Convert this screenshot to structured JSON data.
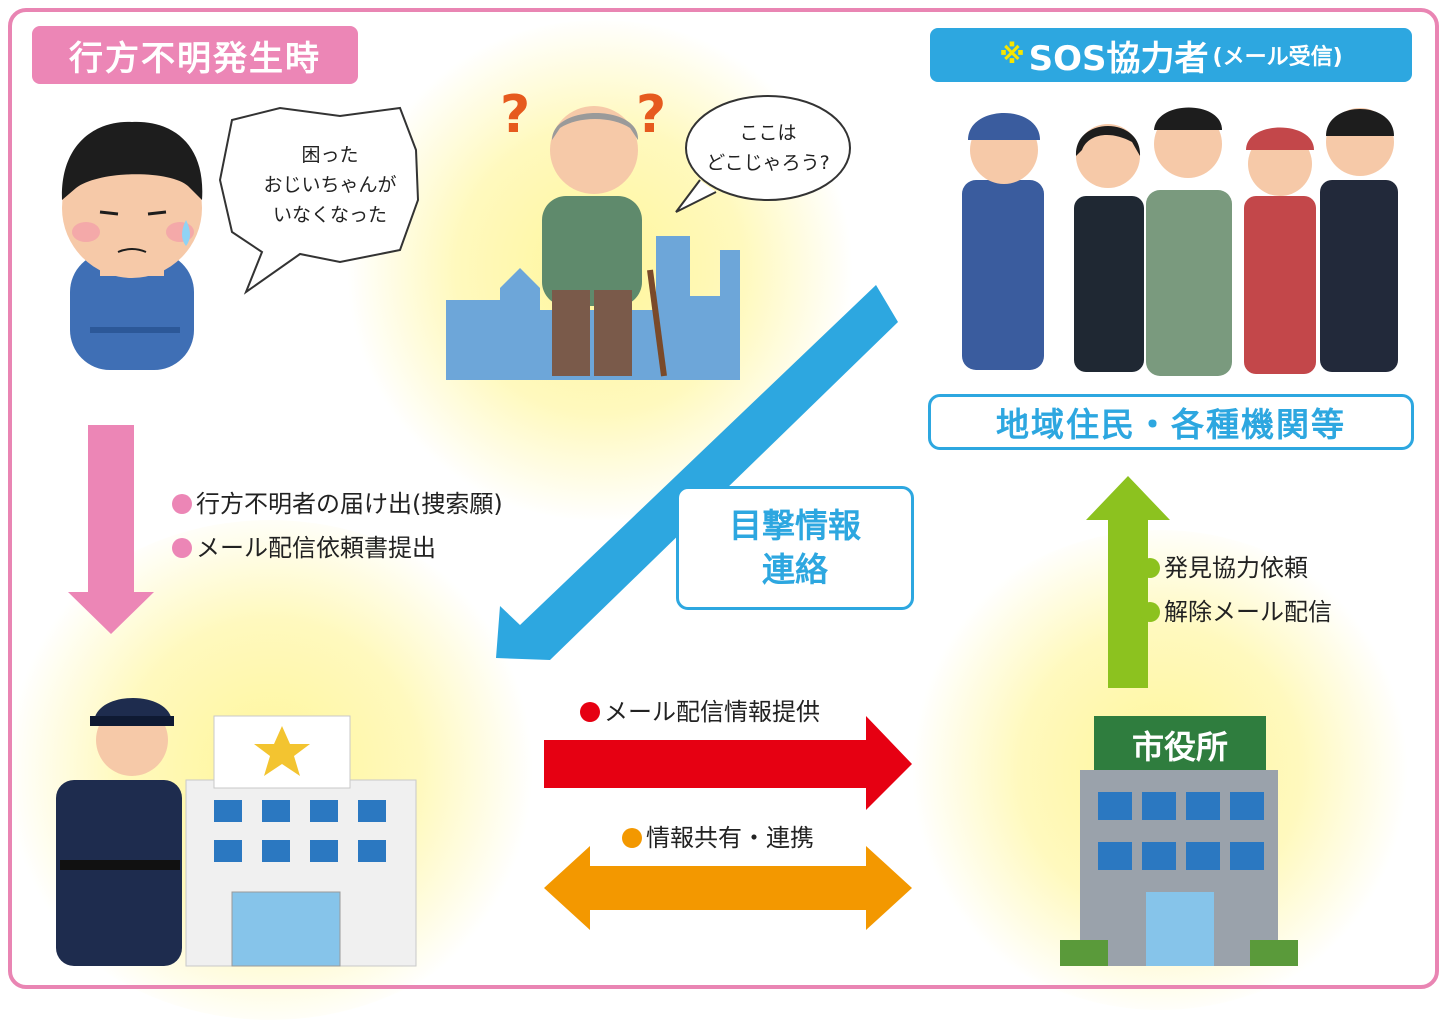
{
  "header": {
    "left_tag": "行方不明発生時",
    "right_tag_mark": "※",
    "right_tag_main": "SOS協力者",
    "right_tag_sub": "(メール受信)"
  },
  "bubbles": {
    "family": [
      "困った",
      "おじいちゃんが",
      "いなくなった"
    ],
    "elder": [
      "ここは",
      "どこじゃろう?"
    ]
  },
  "labels": {
    "residents": "地域住民・各種機関等",
    "sighting_line1": "目撃情報",
    "sighting_line2": "連絡"
  },
  "steps": {
    "police_report": [
      "行方不明者の届け出(捜索願)",
      "メール配信依頼書提出"
    ],
    "city_to_residents": [
      "発見協力依頼",
      "解除メール配信"
    ],
    "police_to_city": "メール配信情報提供",
    "mutual": "情報共有・連携"
  },
  "icons": {
    "building_sign": "市役所"
  },
  "colors": {
    "pink": "#ec86b6",
    "blue": "#2da7e0",
    "green": "#8cc21f",
    "red": "#e60012",
    "orange": "#f39800",
    "yellow_mark": "#f7e600"
  }
}
